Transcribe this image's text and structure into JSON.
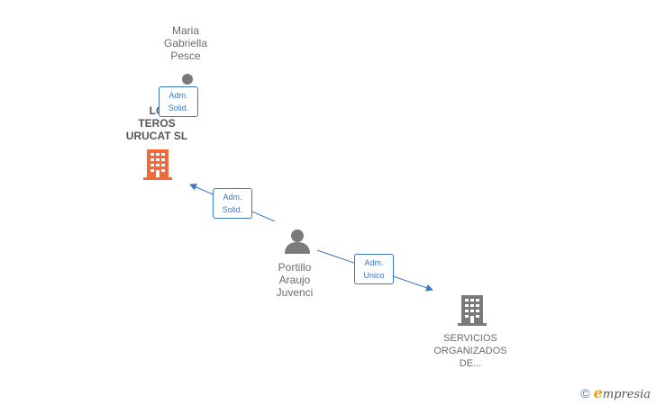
{
  "nodes": {
    "maria": {
      "name": "Maria\nGabriella\nPesce",
      "icon": "person-icon"
    },
    "company_main": {
      "name": "LO\nTEROS\nURUCAT SL",
      "icon": "building-icon",
      "color": "#f26a3a"
    },
    "portillo": {
      "name": "Portillo\nAraujo\nJuvenci",
      "icon": "person-icon"
    },
    "servicios": {
      "name": "SERVICIOS\nORGANIZADOS\nDE...",
      "icon": "building-icon",
      "color": "#7a7a7a"
    }
  },
  "edges": {
    "maria_to_company": {
      "role": "Adm.\nSolid."
    },
    "portillo_to_company": {
      "role": "Adm.\nSolid."
    },
    "portillo_to_servicios": {
      "role": "Adm.\nUnico"
    }
  },
  "footer": {
    "copyright_symbol": "©",
    "brand_initial": "e",
    "brand_rest": "mpresia"
  },
  "colors": {
    "edge": "#3a78c3",
    "person": "#7a7a7a"
  }
}
